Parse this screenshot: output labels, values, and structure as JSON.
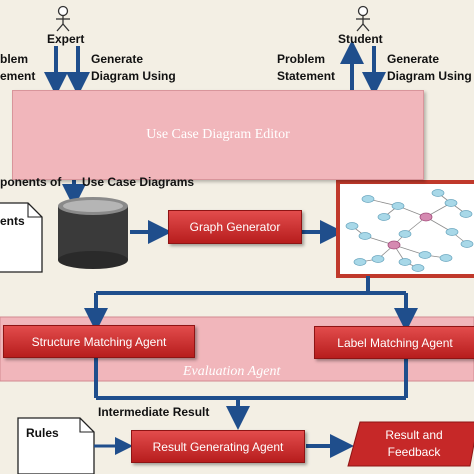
{
  "actors": {
    "expert": "Expert",
    "student": "Student"
  },
  "labels": {
    "left_problem_line1": "blem",
    "left_problem_line2": "ement",
    "expert_generate_line1": "Generate",
    "expert_generate_line2": "Diagram Using",
    "student_problem_line1": "Problem",
    "student_problem_line2": "Statement",
    "student_generate_line1": "Generate",
    "student_generate_line2": "Diagram Using",
    "components_left": "ponents of",
    "components_right": "Use Case Diagrams",
    "doc_text": "ents",
    "intermediate_result": "Intermediate Result",
    "rules": "Rules"
  },
  "nodes": {
    "editor": "Use  Case Diagram Editor",
    "graph_generator": "Graph Generator",
    "structure_matching": "Structure Matching Agent",
    "label_matching": "Label Matching Agent",
    "evaluation_agent": "Evaluation Agent",
    "result_generating": "Result Generating Agent",
    "result_feedback_line1": "Result and",
    "result_feedback_line2": "Feedback"
  },
  "colors": {
    "arrow_blue": "#1f4e8c",
    "box_red": "#c62828",
    "band_pink": "#f1b6bb",
    "graph_node": "#a8d8e8",
    "graph_hub": "#d58ab1"
  }
}
